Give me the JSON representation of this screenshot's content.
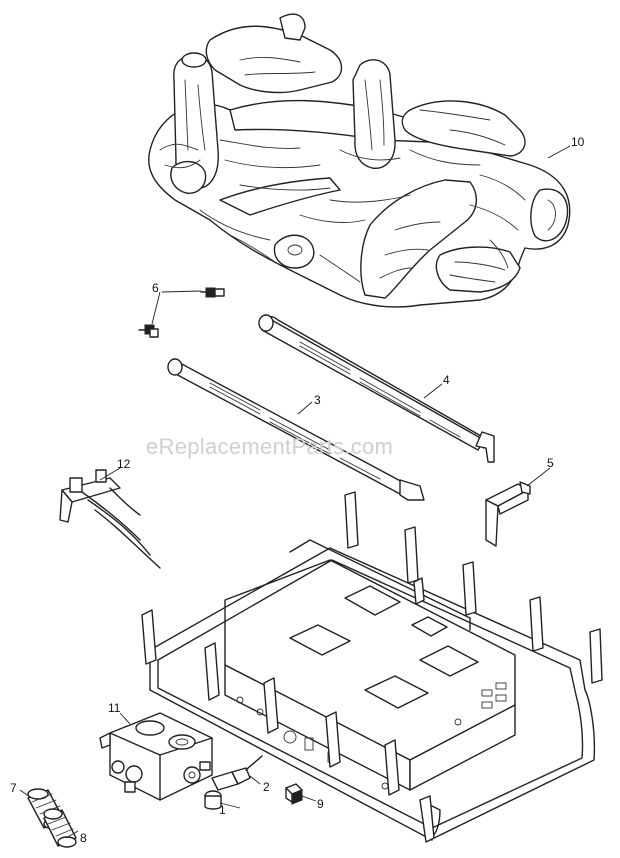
{
  "watermark": "eReplacementParts.com",
  "callouts": [
    {
      "id": "c1",
      "text": "1"
    },
    {
      "id": "c2",
      "text": "2"
    },
    {
      "id": "c3",
      "text": "3"
    },
    {
      "id": "c4",
      "text": "4"
    },
    {
      "id": "c5",
      "text": "5"
    },
    {
      "id": "c6",
      "text": "6"
    },
    {
      "id": "c7",
      "text": "7"
    },
    {
      "id": "c8",
      "text": "8"
    },
    {
      "id": "c9",
      "text": "9"
    },
    {
      "id": "c10",
      "text": "10"
    },
    {
      "id": "c11",
      "text": "11"
    },
    {
      "id": "c12",
      "text": "12"
    }
  ]
}
